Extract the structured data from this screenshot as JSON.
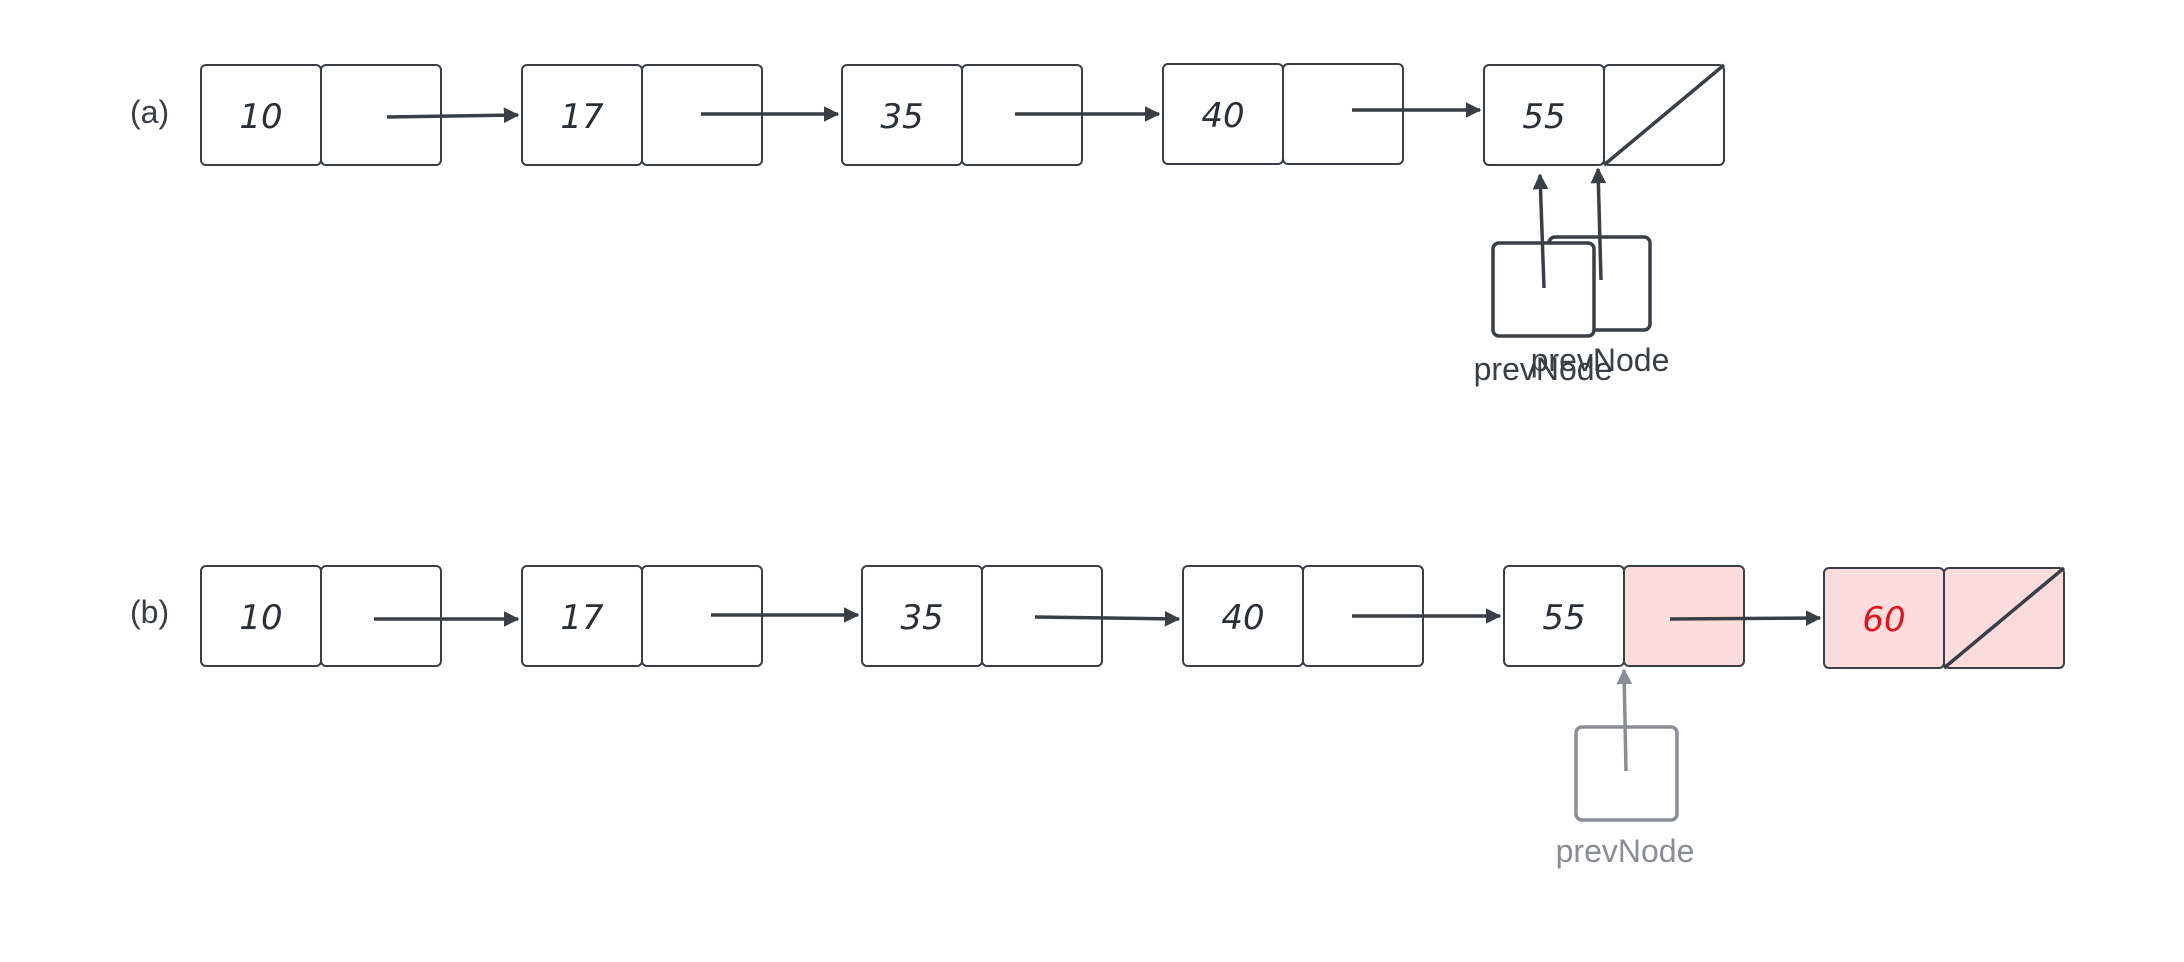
{
  "panel_a": {
    "label": "(a)",
    "nodes": [
      "10",
      "17",
      "35",
      "40",
      "55"
    ],
    "pointers": [
      "prevNode",
      "prevNode"
    ]
  },
  "panel_b": {
    "label": "(b)",
    "nodes": [
      "10",
      "17",
      "35",
      "40",
      "55",
      "60"
    ],
    "pointer": "prevNode"
  },
  "colors": {
    "stroke": "#3a3e45",
    "new_node_fill": "#fcdcdc",
    "new_node_text": "#e3121b",
    "faded": "#8a8d93"
  }
}
